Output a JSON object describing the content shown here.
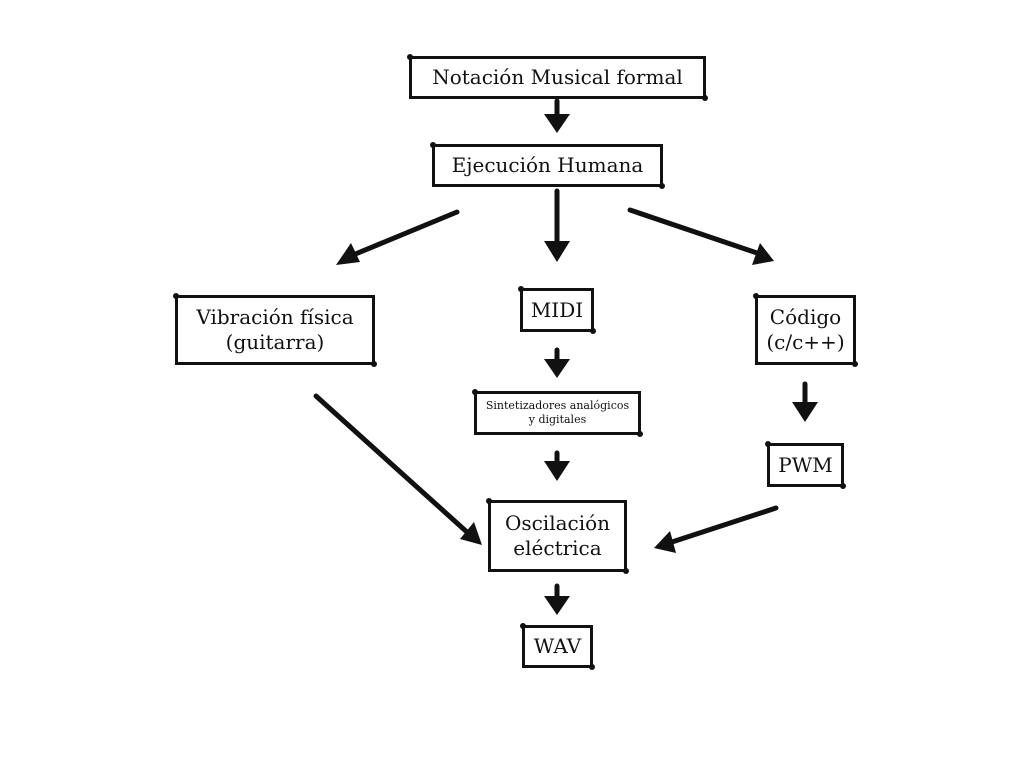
{
  "nodes": {
    "notacion": {
      "lines": [
        "Notación Musical formal"
      ]
    },
    "ejecucion": {
      "lines": [
        "Ejecución Humana"
      ]
    },
    "vibracion": {
      "lines": [
        "Vibración física",
        "(guitarra)"
      ]
    },
    "midi": {
      "lines": [
        "MIDI"
      ]
    },
    "codigo": {
      "lines": [
        "Código",
        "(c/c++)"
      ]
    },
    "sintetizadores": {
      "lines": [
        "Sintetizadores analógicos",
        "y digitales"
      ]
    },
    "pwm": {
      "lines": [
        "PWM"
      ]
    },
    "oscilacion": {
      "lines": [
        "Oscilación",
        "eléctrica"
      ]
    },
    "wav": {
      "lines": [
        "WAV"
      ]
    }
  },
  "edges": [
    {
      "from": "notacion",
      "to": "ejecucion"
    },
    {
      "from": "ejecucion",
      "to": "vibracion"
    },
    {
      "from": "ejecucion",
      "to": "midi"
    },
    {
      "from": "ejecucion",
      "to": "codigo"
    },
    {
      "from": "midi",
      "to": "sintetizadores"
    },
    {
      "from": "codigo",
      "to": "pwm"
    },
    {
      "from": "vibracion",
      "to": "oscilacion"
    },
    {
      "from": "sintetizadores",
      "to": "oscilacion"
    },
    {
      "from": "pwm",
      "to": "oscilacion"
    },
    {
      "from": "oscilacion",
      "to": "wav"
    }
  ]
}
